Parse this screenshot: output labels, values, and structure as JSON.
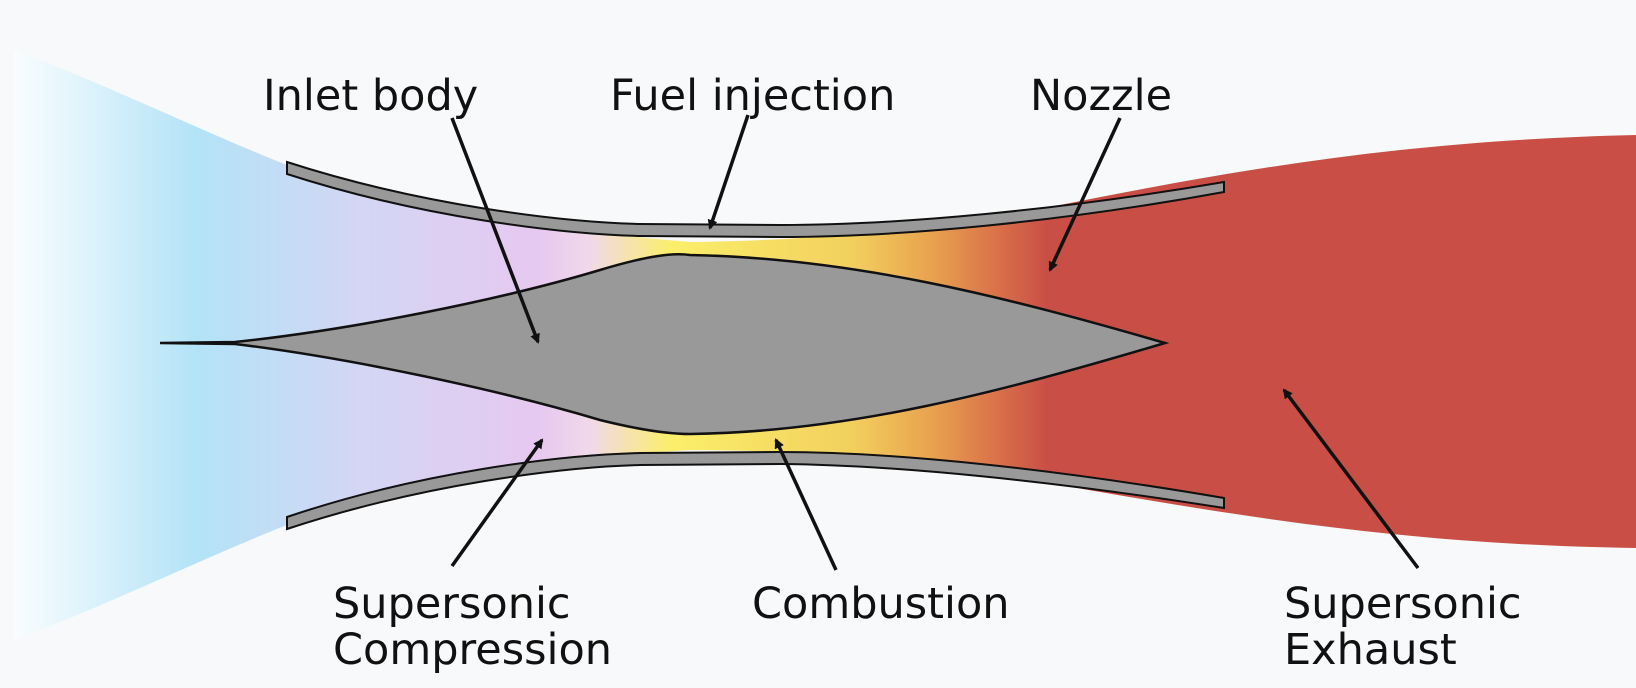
{
  "diagram": {
    "labels": {
      "inlet_body": "Inlet body",
      "fuel_injection": "Fuel injection",
      "nozzle": "Nozzle",
      "supersonic_compression": [
        "Supersonic",
        "Compression"
      ],
      "combustion": "Combustion",
      "supersonic_exhaust": [
        "Supersonic",
        "Exhaust"
      ]
    }
  },
  "colors": {
    "background": "#f8f9fa",
    "inlet_flow": "#b3e3f7",
    "compression_flow": "#e7c8f0",
    "combustion_flow": "#fbef6a",
    "exhaust_flow": "#c94f46",
    "engine_body": "#999999",
    "outline": "#111111"
  }
}
